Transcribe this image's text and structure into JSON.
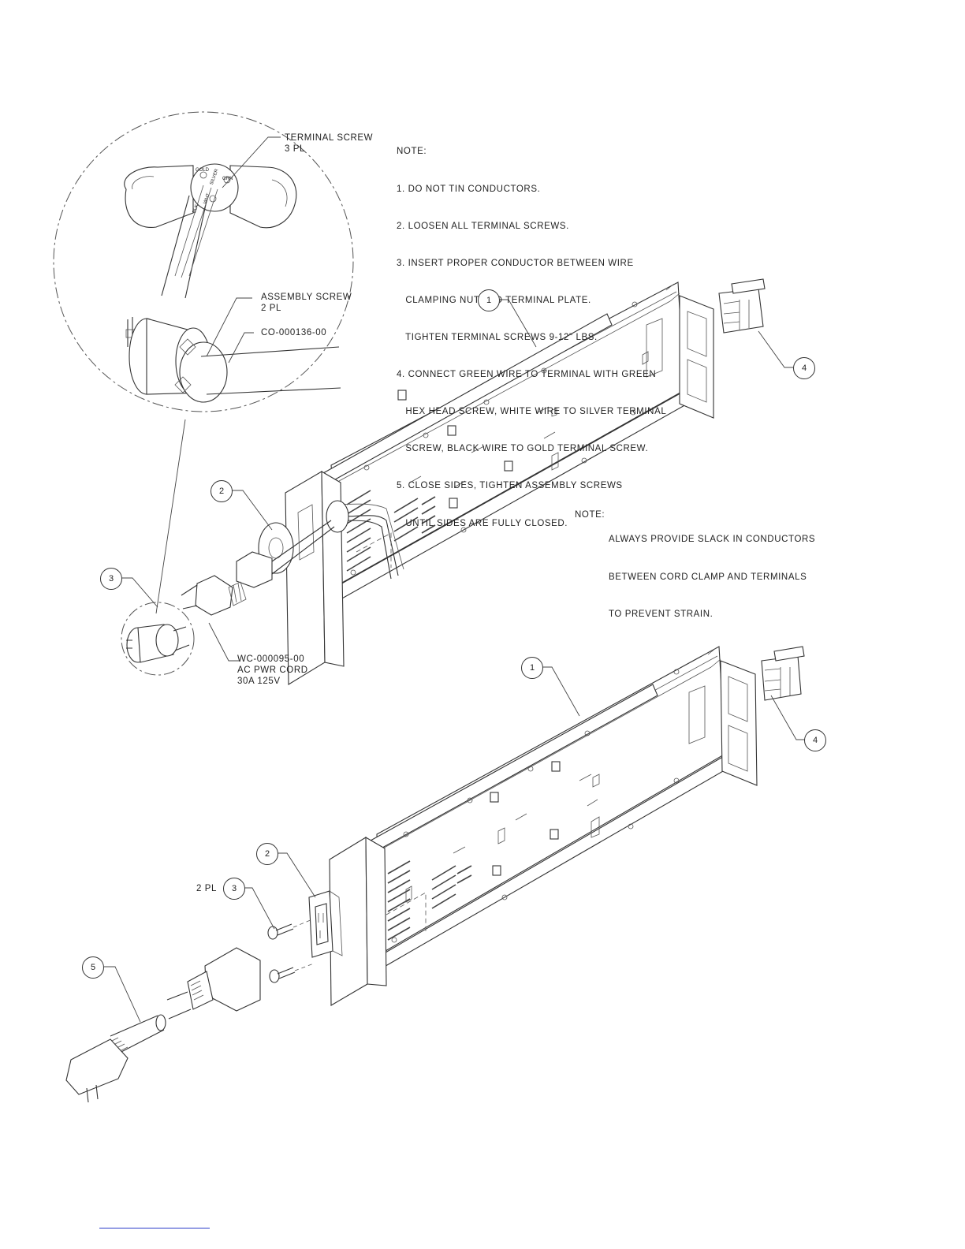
{
  "notes_main": {
    "heading": "NOTE:",
    "lines": [
      "1. DO NOT TIN CONDUCTORS.",
      "2. LOOSEN ALL TERMINAL SCREWS.",
      "3. INSERT PROPER CONDUCTOR BETWEEN WIRE",
      "   CLAMPING NUT AND TERMINAL PLATE.",
      "   TIGHTEN TERMINAL SCREWS 9-12\" LBS.",
      "4. CONNECT GREEN WIRE TO TERMINAL WITH GREEN",
      "   HEX HEAD SCREW, WHITE WIRE TO SILVER TERMINAL",
      "   SCREW, BLACK WIRE TO GOLD TERMINAL SCREW.",
      "5. CLOSE SIDES, TIGHTEN ASSEMBLY SCREWS",
      "   UNTIL SIDES ARE FULLY CLOSED."
    ]
  },
  "note_slack": {
    "prefix": "NOTE:",
    "lines": [
      "ALWAYS PROVIDE SLACK IN CONDUCTORS",
      "BETWEEN CORD CLAMP AND TERMINALS",
      "TO PREVENT STRAIN."
    ]
  },
  "callouts": {
    "terminal_screw": "TERMINAL SCREW\n3 PL",
    "assembly_screw": "ASSEMBLY SCREW\n2 PL",
    "connector_part": "CO-000136-00",
    "power_cord": "WC-000095-00\nAC PWR CORD\n30A 125V",
    "two_pl": "2 PL"
  },
  "terminal_marks": {
    "gold": "GOLD",
    "green": "GRN",
    "silver": "SILVER",
    "white": "WHT",
    "black": "BLK"
  },
  "balloons": {
    "top_1": "1",
    "top_2": "2",
    "top_3": "3",
    "top_4": "4",
    "bot_1": "1",
    "bot_2": "2",
    "bot_3": "3",
    "bot_4": "4",
    "bot_5": "5"
  }
}
